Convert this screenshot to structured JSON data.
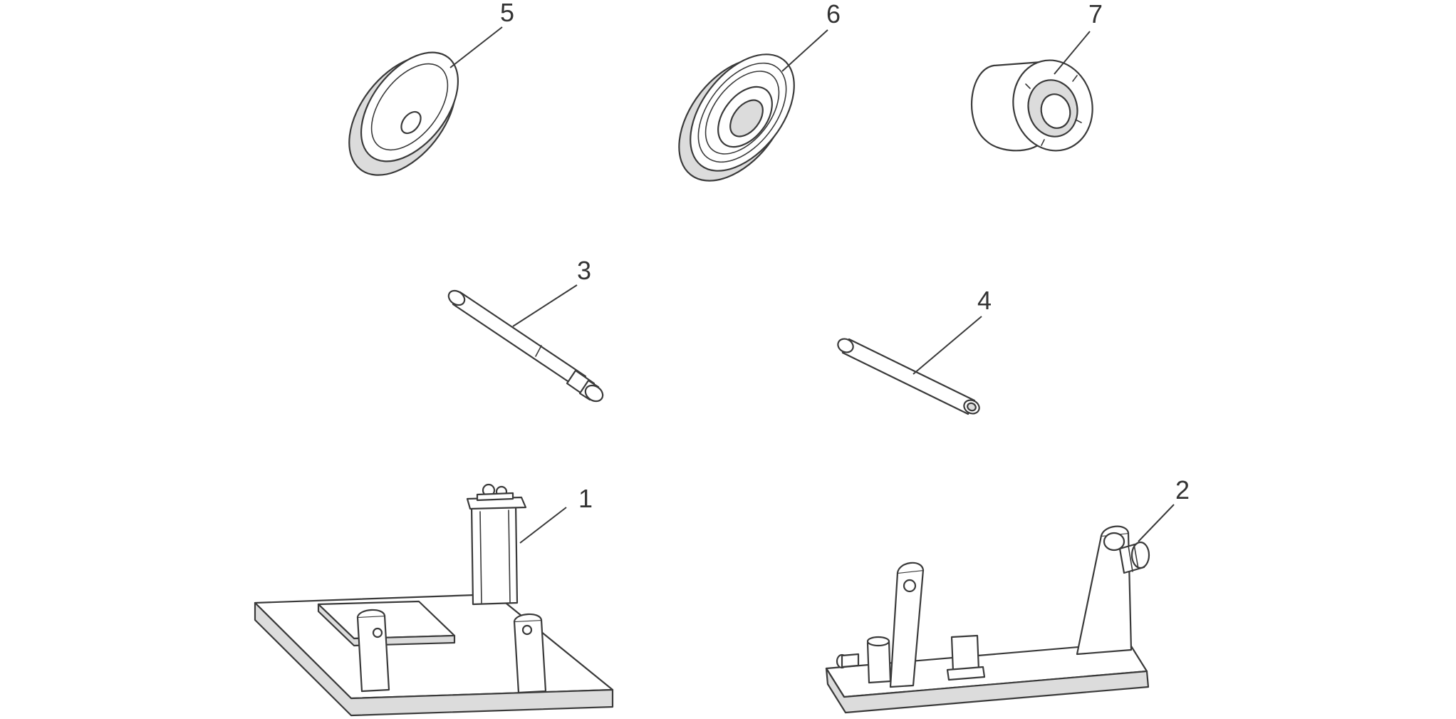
{
  "parts": [
    {
      "id": "part-5",
      "label": "5"
    },
    {
      "id": "part-6",
      "label": "6"
    },
    {
      "id": "part-7",
      "label": "7"
    },
    {
      "id": "part-3",
      "label": "3"
    },
    {
      "id": "part-4",
      "label": "4"
    },
    {
      "id": "part-1",
      "label": "1"
    },
    {
      "id": "part-2",
      "label": "2"
    }
  ],
  "colors": {
    "line": "#3a3a3a",
    "fill": "#ffffff",
    "shade": "#dcdcdc"
  }
}
